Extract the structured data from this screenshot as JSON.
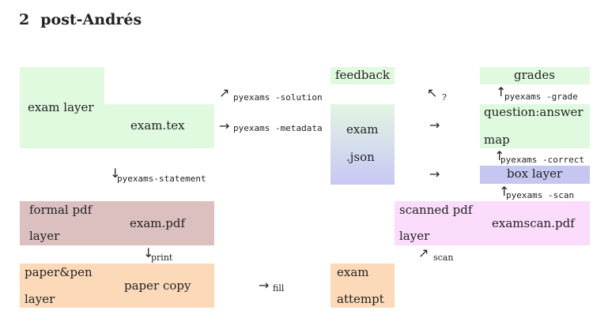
{
  "title": {
    "number": "2",
    "text": "post-Andrés"
  },
  "colors": {
    "green": "#dffadf",
    "blue_grad_top": "#e2f5e2",
    "blue_grad_bottom": "#c8c8f5",
    "box_blue": "#c6c6f2",
    "rose": "#dcc0c0",
    "pink": "#fbdcfb",
    "peach": "#fcd9b8"
  },
  "nodes": {
    "exam_layer": "exam layer",
    "exam_tex": "exam.tex",
    "feedback": "feedback",
    "exam_json_1": "exam",
    "exam_json_2": ".json",
    "grades": "grades",
    "qa_1": "question:answer",
    "qa_2": "map",
    "box_layer": "box layer",
    "formal_1": "formal pdf",
    "formal_2": "layer",
    "exam_pdf": "exam.pdf",
    "scanned_1": "scanned pdf",
    "scanned_2": "layer",
    "examscan_pdf": "examscan.pdf",
    "paperpen_1": "paper&pen",
    "paperpen_2": "layer",
    "paper_copy": "paper copy",
    "attempt_1": "exam",
    "attempt_2": "attempt"
  },
  "edges": {
    "solution_arrow": "↗",
    "solution": "pyexams -solution",
    "metadata_arrow": "→",
    "metadata": "pyexams -metadata",
    "question_arrow": "↖",
    "question": "?",
    "grade_arrow": "↑",
    "grade": "pyexams -grade",
    "json_to_qa": "→",
    "json_to_box": "→",
    "correct_arrow": "↑",
    "correct": "pyexams -correct",
    "scan_cmd_arrow": "↑",
    "scan_cmd": "pyexams -scan",
    "statement_arrow": "↓",
    "statement": "pyexams-statement",
    "print_arrow": "↓",
    "print": "print",
    "scan_arrow": "↗",
    "scan": "scan",
    "fill_arrow": "→",
    "fill": "fill"
  }
}
